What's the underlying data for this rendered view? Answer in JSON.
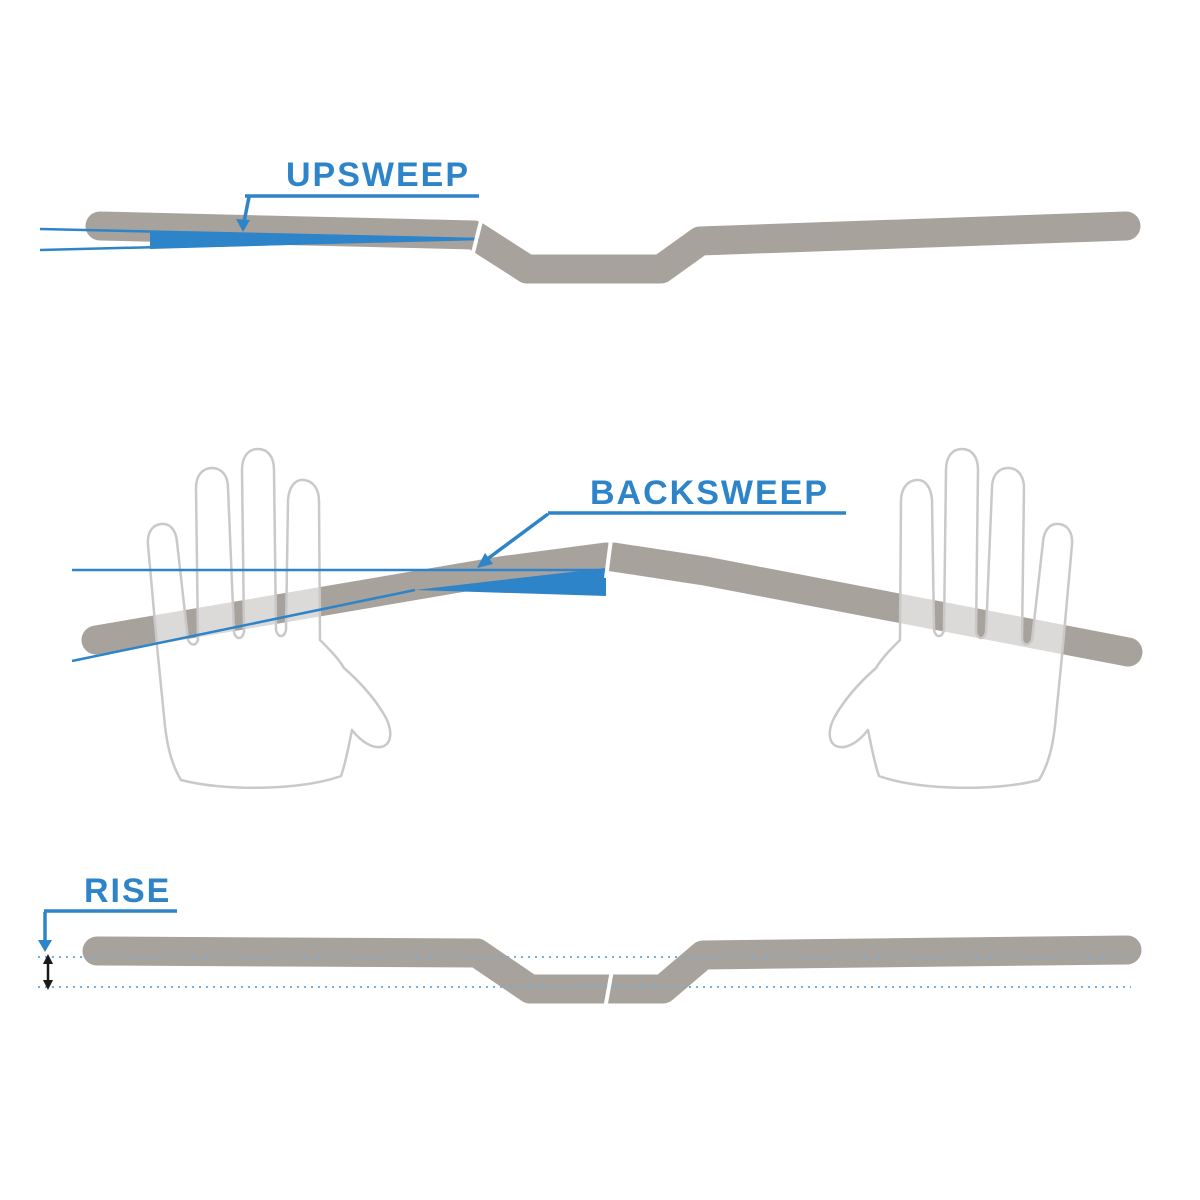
{
  "labels": {
    "upsweep": "UPSWEEP",
    "backsweep": "BACKSWEEP",
    "rise": "RISE"
  },
  "colors": {
    "accent": "#2e84c8",
    "bar_gray": "#a8a29d",
    "hand_outline": "#c9c9c9",
    "dotted_line": "#6fb0e0",
    "measure_arrow": "#1a1a1a",
    "background": "#ffffff"
  }
}
